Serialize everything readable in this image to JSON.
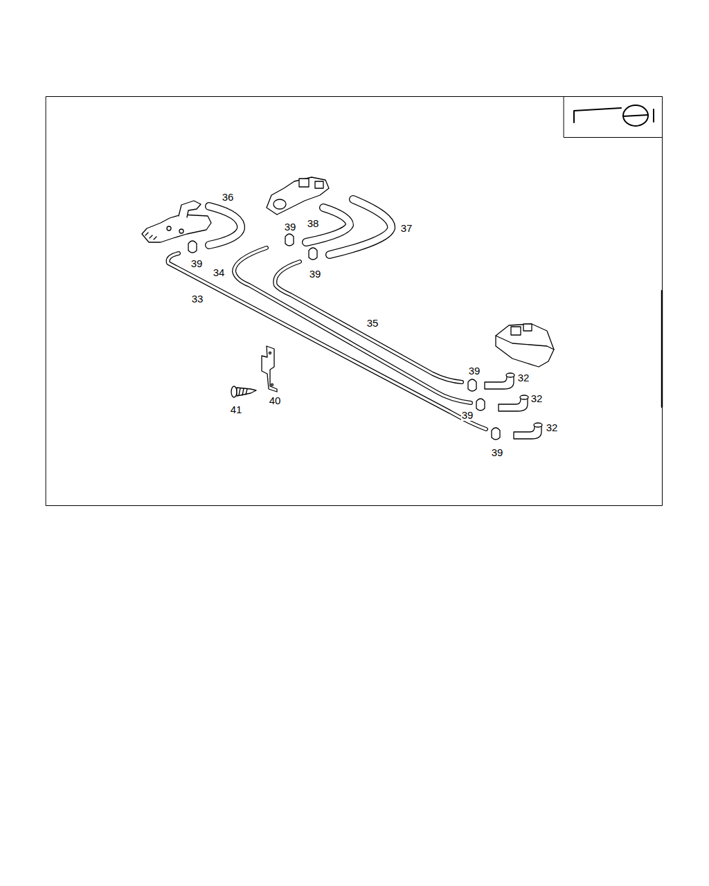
{
  "diagram": {
    "labels": [
      "36",
      "39",
      "38",
      "37",
      "39",
      "34",
      "39",
      "33",
      "35",
      "39",
      "32",
      "32",
      "40",
      "41",
      "39",
      "32",
      "39"
    ]
  }
}
